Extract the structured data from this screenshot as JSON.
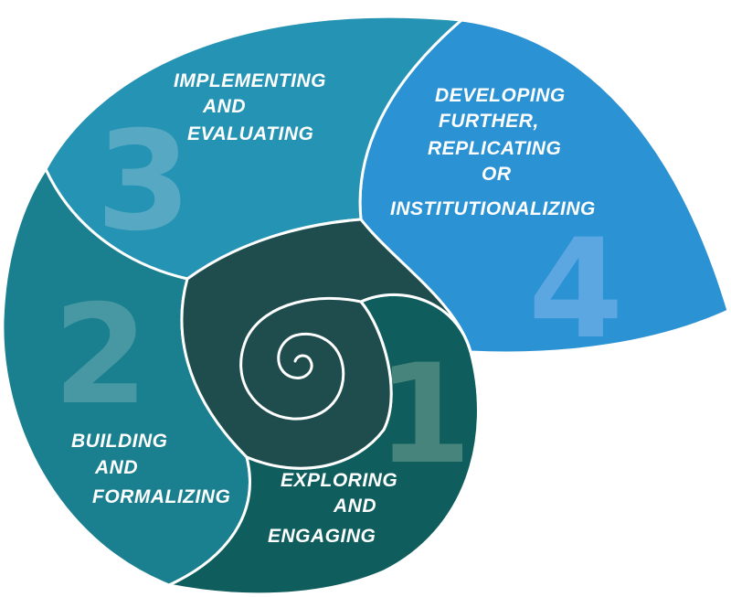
{
  "stages": [
    {
      "number": "1",
      "lines": [
        "EXPLORING",
        "AND",
        "ENGAGING"
      ],
      "color": "#0f5d5d"
    },
    {
      "number": "2",
      "lines": [
        "BUILDING",
        "AND",
        "FORMALIZING"
      ],
      "color": "#1a7f8e"
    },
    {
      "number": "3",
      "lines": [
        "IMPLEMENTING",
        "AND",
        "EVALUATING"
      ],
      "color": "#2593b3"
    },
    {
      "number": "4",
      "lines": [
        "DEVELOPING",
        "FURTHER,",
        "REPLICATING",
        "OR",
        "INSTITUTIONALIZING"
      ],
      "color": "#2b92d4"
    }
  ],
  "core_color": "#1f4d4d"
}
